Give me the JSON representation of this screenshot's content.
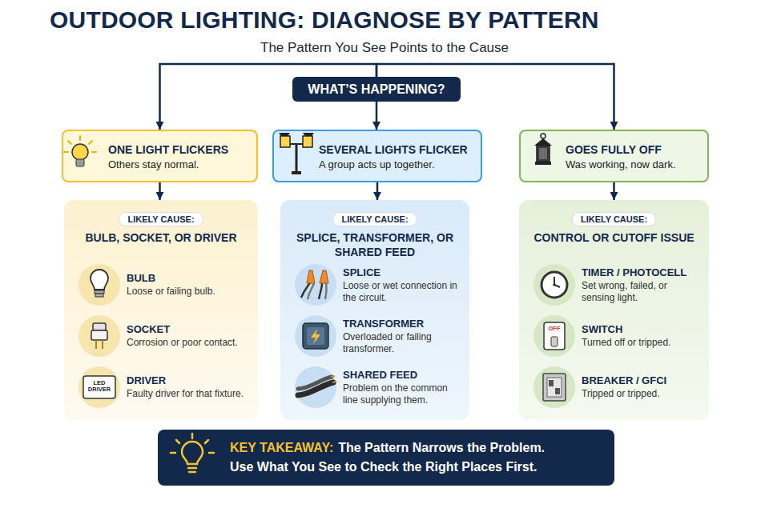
{
  "diagram": {
    "title": "OUTDOOR LIGHTING: DIAGNOSE BY PATTERN",
    "nodes": [
      {
        "text": [
          "WHAT’S HAPPENING?"
        ]
      },
      {
        "text": [
          "ONE LIGHT FLICKERS",
          "Others stay normal."
        ]
      },
      {
        "text": [
          "SEVERAL LIGHTS FLICKER",
          "A group acts up together."
        ]
      },
      {
        "text": [
          "GOES FULLY OFF",
          "Was working, now dark."
        ]
      },
      {
        "text": [
          "LIKELY CAUSE:",
          "BULB, SOCKET, OR DRIVER"
        ]
      },
      {
        "text": [
          "BULB",
          "Loose or failing bulb."
        ],
        "in": 4
      },
      {
        "text": [
          "SOCKET",
          "Corrosion or poor contact."
        ],
        "in": 4
      },
      {
        "text": [
          "DRIVER",
          "Faulty driver for that fixture."
        ],
        "in": 4
      },
      {
        "text": [
          "LIKELY CAUSE:",
          "SPLICE, TRANSFORMER, OR SHARED FEED"
        ]
      },
      {
        "text": [
          "SPLICE",
          "Loose or wet connection in the circuit."
        ],
        "in": 8
      },
      {
        "text": [
          "TRANSFORMER",
          "Overloaded or failing transformer."
        ],
        "in": 8
      },
      {
        "text": [
          "SHARED FEED",
          "Problem on the common line supplying them."
        ],
        "in": 8
      },
      {
        "text": [
          "LIKELY CAUSE:",
          "CONTROL OR CUTOFF ISSUE"
        ]
      },
      {
        "text": [
          "TIMER / PHOTOCELL",
          "Set wrong, failed, or sensing light."
        ],
        "in": 12
      },
      {
        "text": [
          "SWITCH",
          "Turned off or tripped."
        ],
        "in": 12
      },
      {
        "text": [
          "BREAKER / GFCI",
          "Tripped or tripped."
        ],
        "in": 12
      },
      {
        "text": [
          "KEY TAKEAWAY:",
          "The Pattern Narrows the Problem.",
          "Use What You See to Check the Right Places First."
        ]
      }
    ],
    "edges": [
      {
        "from": 0,
        "to": 1,
        "arrow": "to"
      },
      {
        "from": 0,
        "to": 2,
        "arrow": "to"
      },
      {
        "from": 0,
        "to": 3,
        "arrow": "to"
      },
      {
        "from": 1,
        "to": 4,
        "arrow": "to"
      },
      {
        "from": 2,
        "to": 8,
        "arrow": "to"
      },
      {
        "from": 3,
        "to": 12,
        "arrow": "to"
      }
    ],
    "labels": [
      "The Pattern You See Points to the Cause",
      "LED DRIVER",
      "OFF"
    ]
  }
}
